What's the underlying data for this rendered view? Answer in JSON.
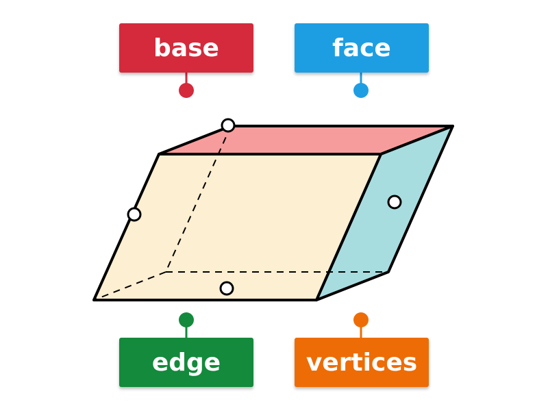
{
  "labels": {
    "base": {
      "text": "base",
      "color": "#d42a3c"
    },
    "face": {
      "text": "face",
      "color": "#1d9ee3"
    },
    "edge": {
      "text": "edge",
      "color": "#138a3c"
    },
    "vertices": {
      "text": "vertices",
      "color": "#ee6c05"
    }
  },
  "shape": {
    "name": "prism",
    "colors": {
      "front_face": "#fdefd2",
      "top_face": "#f79c9c",
      "side_face": "#a8dde0",
      "outline": "#000000"
    }
  },
  "icons": {
    "pin": "pin-icon",
    "hotspot": "hotspot-marker"
  }
}
